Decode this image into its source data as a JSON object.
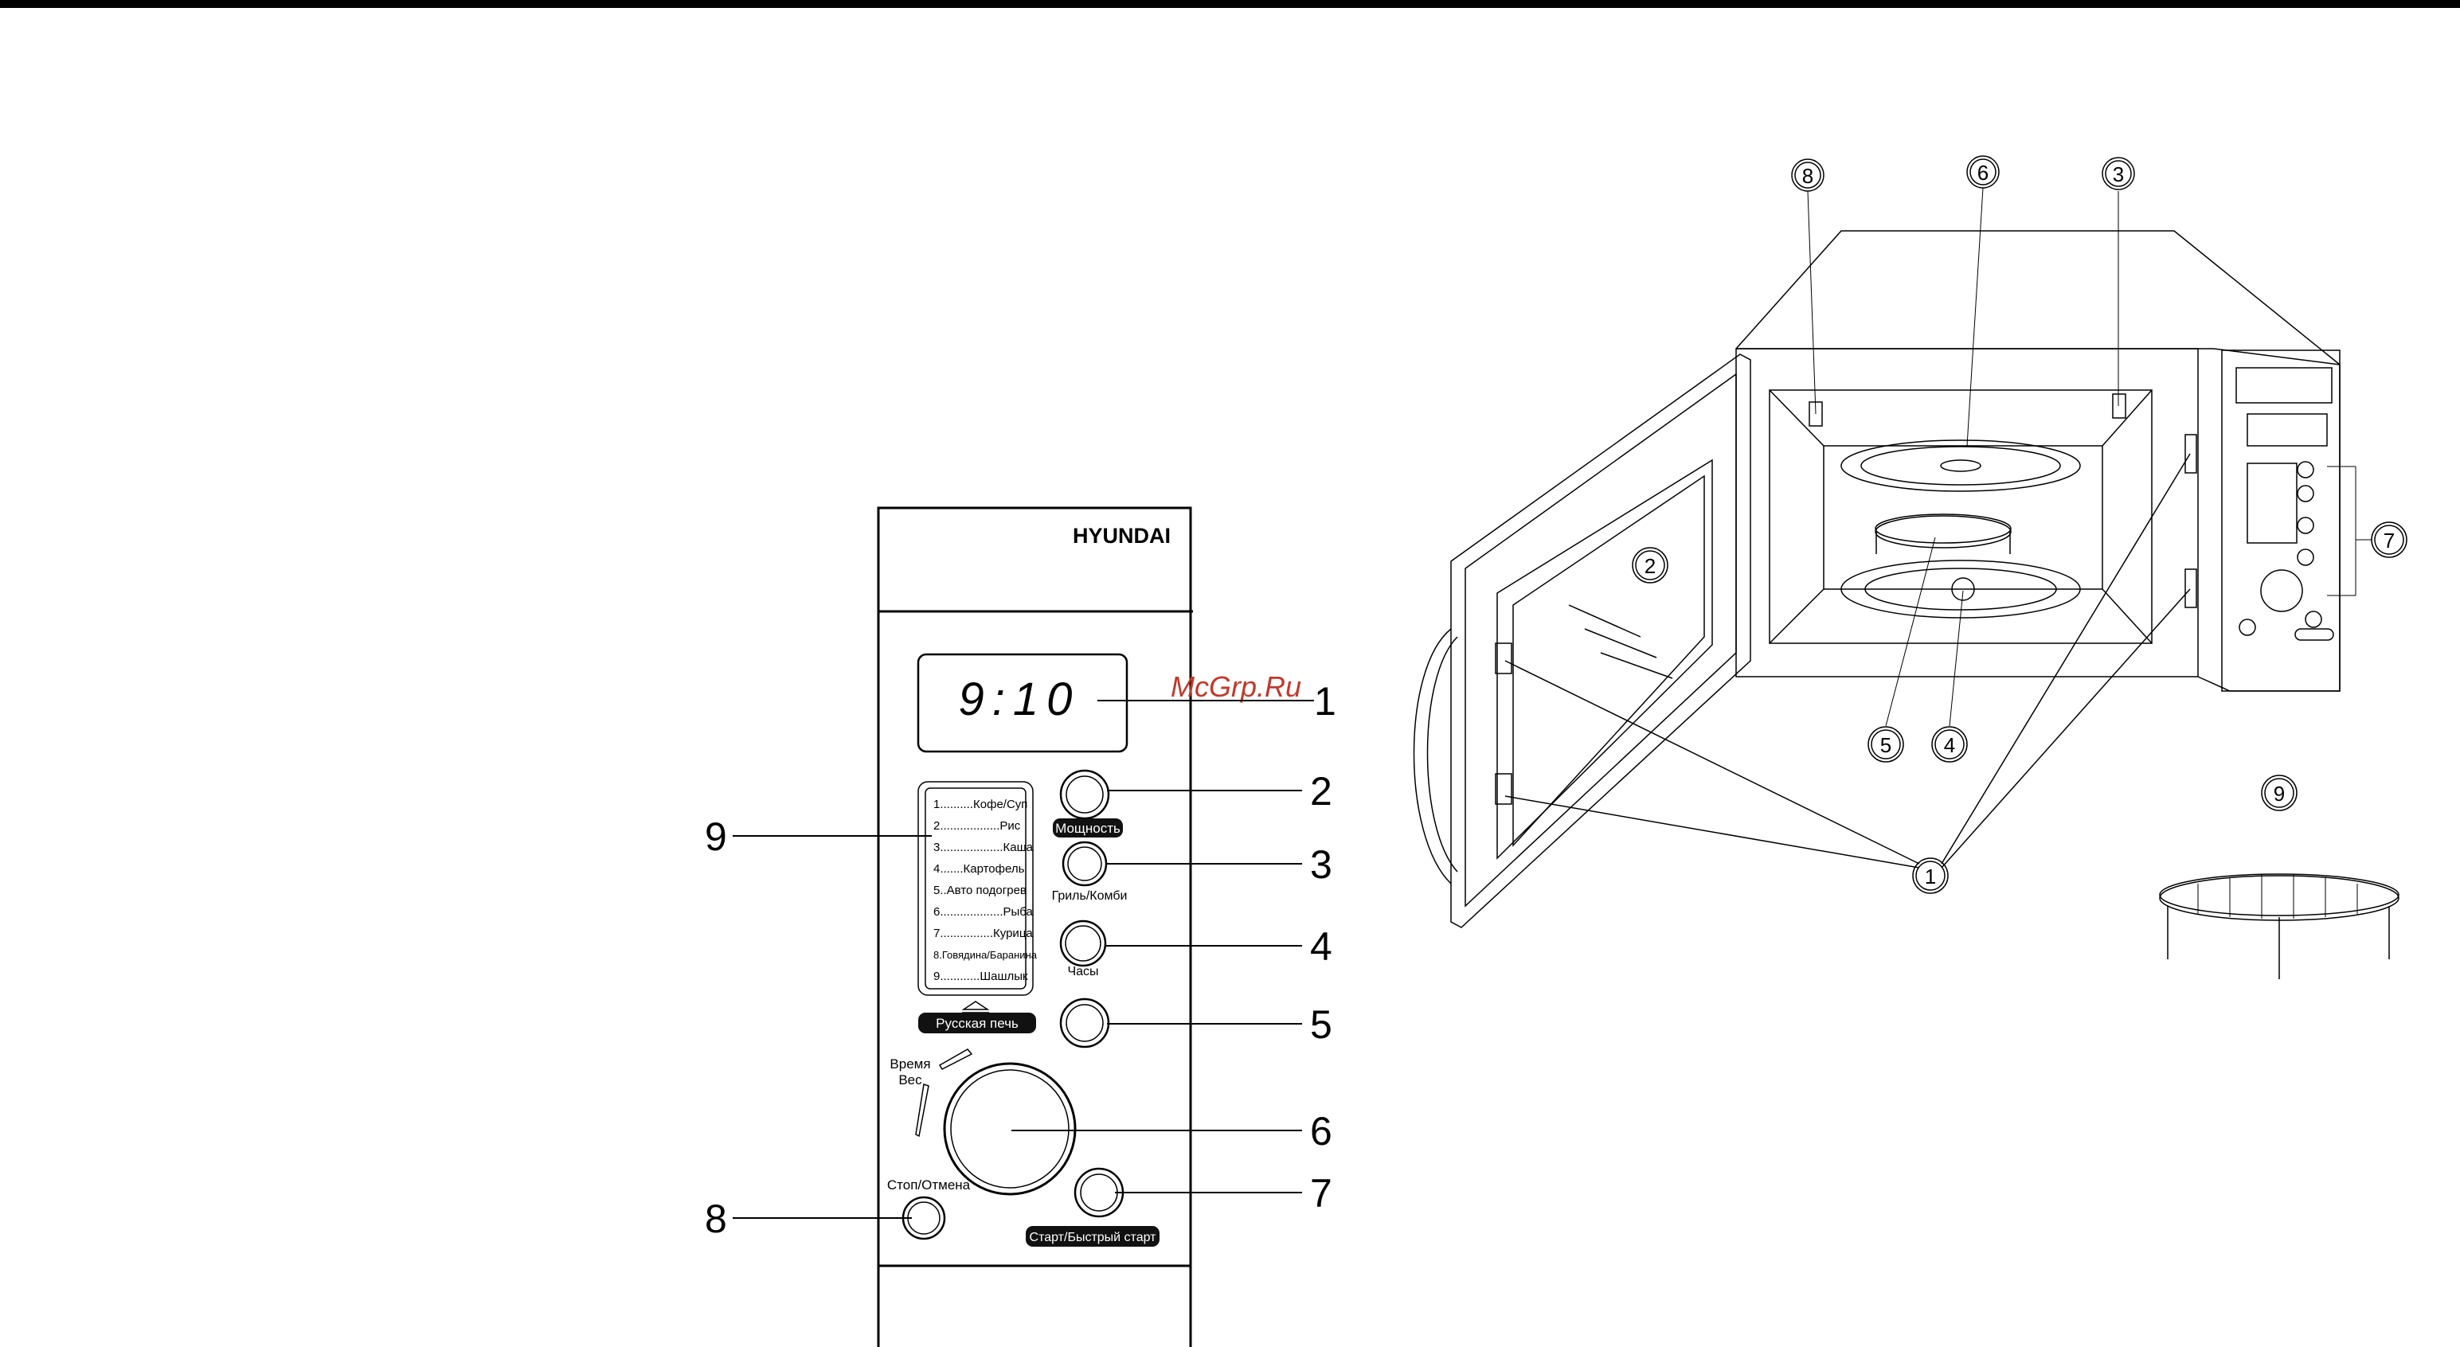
{
  "panel": {
    "brand": "HYUNDAI",
    "display_time": "9:10",
    "watermark": "McGrp.Ru",
    "menu_items": [
      "1..........Кофе/Суп",
      "2..................Рис",
      "3...................Каша",
      "4.......Картофель",
      "5..Авто подогрев",
      "6...................Рыба",
      "7................Курица",
      "8.Говядина/Баранина",
      "9............Шашлык"
    ],
    "labels": {
      "power": "Мощность",
      "grill_combi": "Гриль/Комби",
      "clock": "Часы",
      "russian_oven": "Русская печь",
      "time": "Время",
      "weight": "Вес",
      "stop_cancel": "Стоп/Отмена",
      "start_quick": "Старт/Быстрый старт"
    },
    "callouts": [
      "1",
      "2",
      "3",
      "4",
      "5",
      "6",
      "7",
      "8",
      "9"
    ]
  },
  "oven": {
    "callouts": [
      "1",
      "2",
      "3",
      "4",
      "5",
      "6",
      "7",
      "8",
      "9"
    ]
  }
}
